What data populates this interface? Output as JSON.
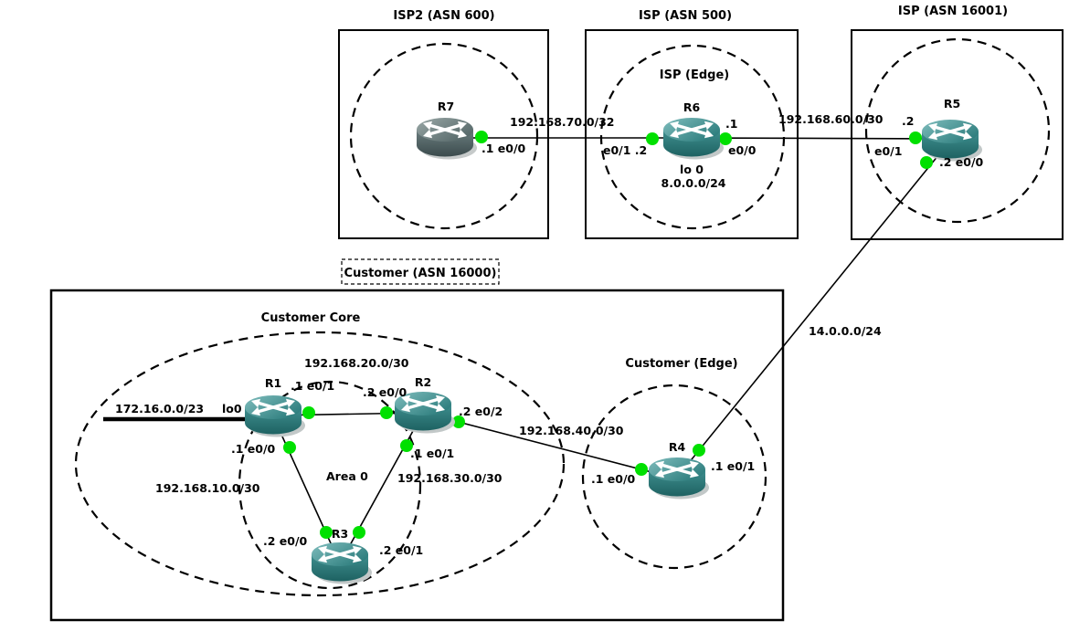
{
  "colors": {
    "router_teal": "#3a8888",
    "router_gray": "#67797a",
    "port_green": "#00e000",
    "outline": "#000000",
    "background": "#ffffff"
  },
  "zones": {
    "isp2": {
      "title": "ISP2 (ASN 600)"
    },
    "isp": {
      "title": "ISP (ASN 500)",
      "edge_label": "ISP (Edge)"
    },
    "isp16001": {
      "title": "ISP (ASN 16001)"
    },
    "customer": {
      "title": "Customer (ASN 16000)",
      "core_label": "Customer Core",
      "area_label": "Area 0",
      "edge_label": "Customer (Edge)"
    }
  },
  "routers": {
    "r1": {
      "name": "R1",
      "loopback_if": "lo0",
      "loopback_net": "172.16.0.0/23"
    },
    "r2": {
      "name": "R2"
    },
    "r3": {
      "name": "R3"
    },
    "r4": {
      "name": "R4"
    },
    "r5": {
      "name": "R5"
    },
    "r6": {
      "name": "R6",
      "loopback_if": "lo 0",
      "loopback_net": "8.0.0.0/24"
    },
    "r7": {
      "name": "R7"
    }
  },
  "links": {
    "r7_r6": {
      "subnet": "192.168.70.0/32",
      "r7_label": ".1 e0/0",
      "r6_label": "e0/1 .2"
    },
    "r6_r5": {
      "subnet": "192.168.60.0/30",
      "r6_ip": ".1",
      "r6_if": "e0/0",
      "r5_ip": ".2",
      "r5_if": "e0/1"
    },
    "r5_r4": {
      "subnet": "14.0.0.0/24",
      "r5_label": ".2 e0/0",
      "r4_label": ".1 e0/1"
    },
    "r2_r4": {
      "subnet": "192.168.40.0/30",
      "r2_label": ".2 e0/2",
      "r4_label": ".1 e0/0"
    },
    "r1_r2": {
      "subnet": "192.168.20.0/30",
      "r1_label": ".1 e0/1",
      "r2_label": ".2 e0/0"
    },
    "r1_r3": {
      "subnet": "192.168.10.0/30",
      "r1_label": ".1 e0/0",
      "r3_label": ".2 e0/0"
    },
    "r2_r3": {
      "subnet": "192.168.30.0/30",
      "r2_label": ".1 e0/1",
      "r3_label": ".2 e0/1"
    }
  }
}
